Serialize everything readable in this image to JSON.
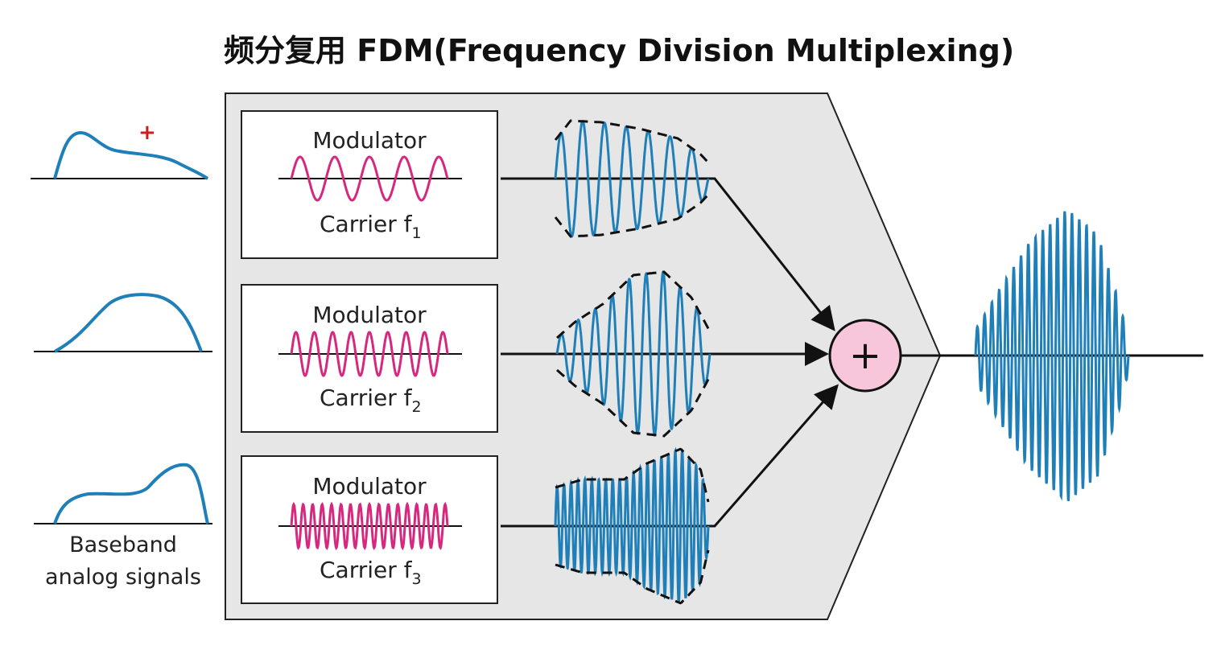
{
  "title": "频分复用 FDM(Frequency Division Multiplexing)",
  "baseband_caption": [
    "Baseband",
    "analog signals"
  ],
  "modulators": [
    {
      "label": "Modulator",
      "carrier_prefix": "Carrier f",
      "carrier_sub": "1"
    },
    {
      "label": "Modulator",
      "carrier_prefix": "Carrier f",
      "carrier_sub": "2"
    },
    {
      "label": "Modulator",
      "carrier_prefix": "Carrier f",
      "carrier_sub": "3"
    }
  ],
  "adder_symbol": "+",
  "cursor_mark": "+",
  "colors": {
    "signal": "#1f7fb8",
    "carrier": "#d6287e",
    "panel": "#e6e6e6",
    "adder_fill": "#f7c6da",
    "cursor": "#d11b1b"
  }
}
